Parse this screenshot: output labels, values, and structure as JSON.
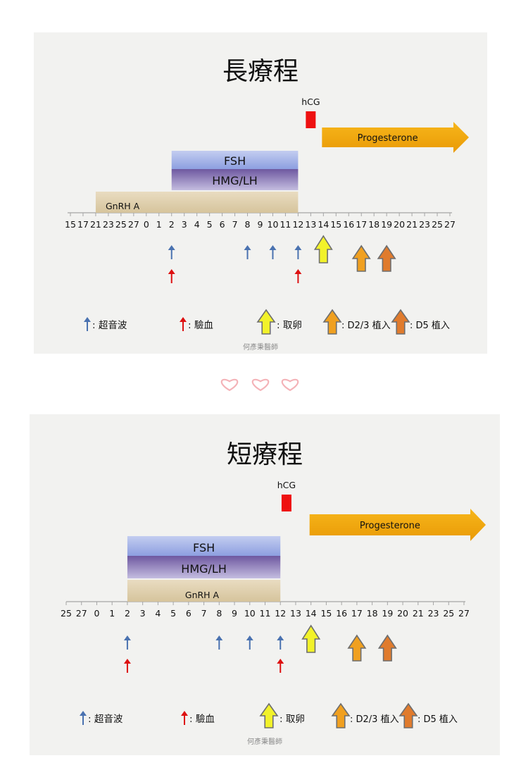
{
  "long_protocol": {
    "title": "長療程",
    "axis_ticks": [
      "15",
      "17",
      "21",
      "23",
      "25",
      "27",
      "0",
      "1",
      "2",
      "3",
      "4",
      "5",
      "6",
      "7",
      "8",
      "9",
      "10",
      "11",
      "12",
      "13",
      "14",
      "15",
      "16",
      "17",
      "18",
      "19",
      "20",
      "21",
      "23",
      "25",
      "27"
    ],
    "bars": {
      "fsh": {
        "label": "FSH",
        "start_tick": 8,
        "end_tick": 18
      },
      "hmg": {
        "label": "HMG/LH",
        "start_tick": 8,
        "end_tick": 18
      },
      "gnrh": {
        "label": "GnRH A",
        "start_tick": 2,
        "end_tick": 18
      },
      "hcg": {
        "label": "hCG",
        "at_tick": 19
      },
      "progesterone": {
        "label": "Progesterone",
        "start_tick": 20,
        "end_tick": 30
      }
    },
    "ultrasound_ticks": [
      8,
      14,
      16,
      18
    ],
    "blood_test_ticks": [
      8,
      18
    ],
    "egg_retrieval_tick": 20,
    "d23_transfer_tick": 23,
    "d5_transfer_tick": 25,
    "legend": {
      "ultrasound": ": 超音波",
      "blood_test": ": 驗血",
      "egg_retrieval": ": 取卵",
      "d23_transfer": ": D2/3 植入",
      "d5_transfer": ": D5 植入"
    },
    "credit": "何彥秉醫師"
  },
  "short_protocol": {
    "title": "短療程",
    "axis_ticks": [
      "25",
      "27",
      "0",
      "1",
      "2",
      "3",
      "4",
      "5",
      "6",
      "7",
      "8",
      "9",
      "10",
      "11",
      "12",
      "13",
      "14",
      "15",
      "16",
      "17",
      "18",
      "19",
      "20",
      "21",
      "23",
      "25",
      "27"
    ],
    "bars": {
      "fsh": {
        "label": "FSH",
        "start_tick": 4,
        "end_tick": 14
      },
      "hmg": {
        "label": "HMG/LH",
        "start_tick": 4,
        "end_tick": 14
      },
      "gnrh": {
        "label": "GnRH A",
        "start_tick": 4,
        "end_tick": 14
      },
      "hcg": {
        "label": "hCG",
        "at_tick": 14.4
      },
      "progesterone": {
        "label": "Progesterone",
        "start_tick": 16,
        "end_tick": 26
      }
    },
    "ultrasound_ticks": [
      4,
      10,
      12,
      14
    ],
    "blood_test_ticks": [
      4,
      14
    ],
    "egg_retrieval_tick": 16,
    "d23_transfer_tick": 19,
    "d5_transfer_tick": 21,
    "legend": {
      "ultrasound": ": 超音波",
      "blood_test": ": 驗血",
      "egg_retrieval": ": 取卵",
      "d23_transfer": ": D2/3 植入",
      "d5_transfer": ": D5 植入"
    },
    "credit": "何彥秉醫師"
  },
  "colors": {
    "fsh_top": "#c3cdf0",
    "fsh_bottom": "#8d9fe0",
    "hmg_top": "#6e58a0",
    "hmg_bottom": "#c4bde0",
    "gnrh_top": "#e9dcc1",
    "gnrh_bottom": "#d6c49c",
    "hcg": "#ee1111",
    "progesterone_top": "#f7b61b",
    "progesterone_bottom": "#e99a06",
    "ultrasound_arrow": "#4a72b0",
    "blood_arrow": "#dd1111",
    "retrieval_arrow": "#f2f22a",
    "d23_arrow": "#f0a020",
    "d5_arrow": "#e07b2d",
    "heart": "#f4b3b8"
  }
}
